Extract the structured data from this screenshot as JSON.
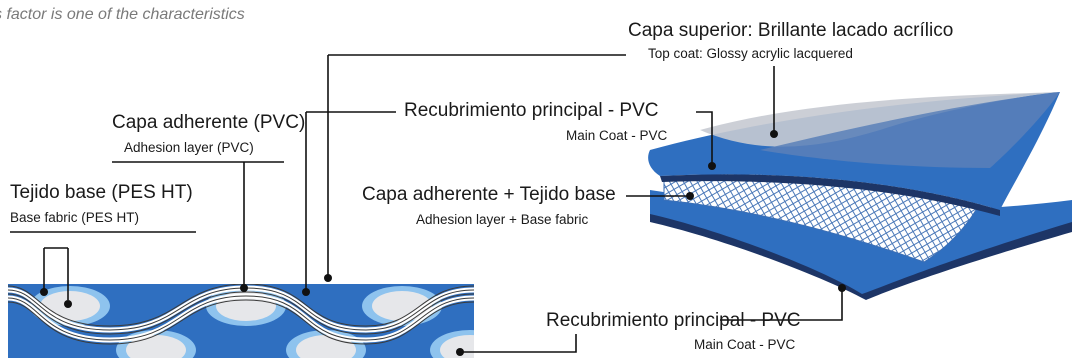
{
  "tagline": "s factor is one of the characteristics",
  "labels": {
    "top_coat_es": "Capa superior: Brillante lacado acrílico",
    "top_coat_en": "Top coat: Glossy acrylic lacquered",
    "main_coat_upper_es": "Recubrimiento principal - PVC",
    "main_coat_upper_en": "Main Coat - PVC",
    "adhesion_base_es": "Capa adherente + Tejido base",
    "adhesion_base_en": "Adhesion layer + Base fabric",
    "main_coat_lower_es": "Recubrimiento principal - PVC",
    "main_coat_lower_en": "Main Coat - PVC",
    "adhesion_es": "Capa adherente (PVC)",
    "adhesion_en": "Adhesion layer (PVC)",
    "base_fabric_es": "Tejido base (PES HT)",
    "base_fabric_en": "Base fabric (PES HT)"
  },
  "colors": {
    "main_blue": "#2f6fc0",
    "dark_navy": "#1d3566",
    "light_blue": "#8ec3ee",
    "cyan_top": "#2ab7d6",
    "oval_fill": "#e6e7ea",
    "thread_dark": "#3a3a3a",
    "leader_line": "#111111"
  }
}
